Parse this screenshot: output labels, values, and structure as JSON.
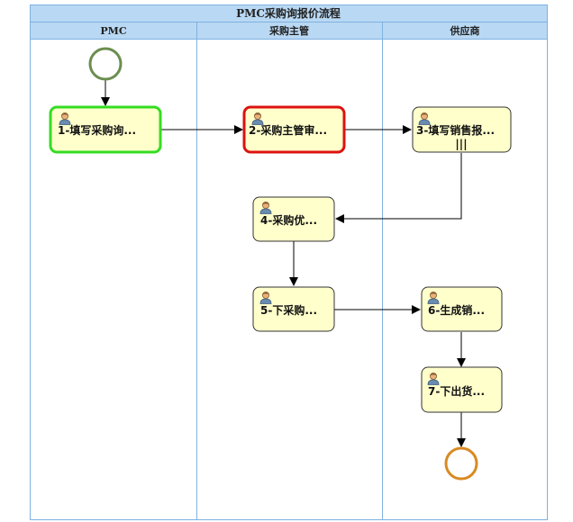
{
  "diagram": {
    "title": "PMC采购询报价流程",
    "lanes": [
      {
        "id": "pmc",
        "label": "PMC"
      },
      {
        "id": "manager",
        "label": "采购主管"
      },
      {
        "id": "supplier",
        "label": "供应商"
      }
    ],
    "nodes": [
      {
        "id": "n1",
        "label": "1-填写采购询...",
        "state": "active-green"
      },
      {
        "id": "n2",
        "label": "2-采购主管审...",
        "state": "active-red"
      },
      {
        "id": "n3",
        "label": "3-填写销售报...",
        "state": "normal",
        "multi_instance": "|||"
      },
      {
        "id": "n4",
        "label": "4-采购优...",
        "state": "normal"
      },
      {
        "id": "n5",
        "label": "5-下采购...",
        "state": "normal"
      },
      {
        "id": "n6",
        "label": "6-生成销...",
        "state": "normal"
      },
      {
        "id": "n7",
        "label": "7-下出货...",
        "state": "normal"
      }
    ],
    "events": [
      {
        "id": "start",
        "type": "start"
      },
      {
        "id": "end",
        "type": "end"
      }
    ],
    "flows": [
      [
        "start",
        "n1"
      ],
      [
        "n1",
        "n2"
      ],
      [
        "n2",
        "n3"
      ],
      [
        "n3",
        "n4"
      ],
      [
        "n4",
        "n5"
      ],
      [
        "n5",
        "n6"
      ],
      [
        "n6",
        "n7"
      ],
      [
        "n7",
        "end"
      ]
    ],
    "icon": "user-icon",
    "colors": {
      "header_bg": "#b9d8f3",
      "border": "#7fb2e0",
      "node_fill": "#ffffcc",
      "node_border": "#333333",
      "active_green": "#33dd22",
      "active_red": "#dd1111",
      "start_stroke": "#6b8e4e",
      "end_stroke": "#d98a22"
    }
  }
}
